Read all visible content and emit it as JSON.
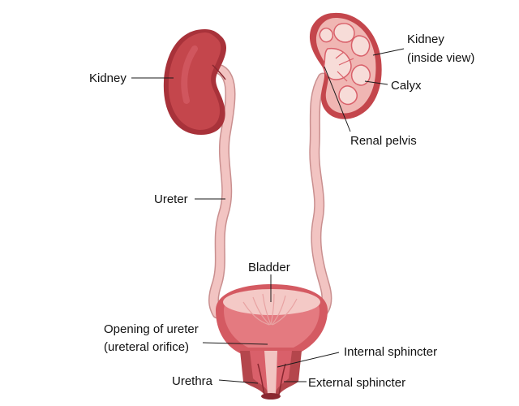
{
  "labels": {
    "kidney_left": "Kidney",
    "kidney_inside_line1": "Kidney",
    "kidney_inside_line2": "(inside view)",
    "calyx": "Calyx",
    "renal_pelvis": "Renal pelvis",
    "ureter": "Ureter",
    "bladder": "Bladder",
    "opening_line1": "Opening of ureter",
    "opening_line2": "(ureteral orifice)",
    "internal_sphincter": "Internal sphincter",
    "urethra": "Urethra",
    "external_sphincter": "External sphincter"
  },
  "colors": {
    "kidney_dark": "#a8323a",
    "kidney_mid": "#c4464c",
    "kidney_light": "#d9606a",
    "ureter": "#f2c4c2",
    "ureter_outline": "#c98f8f",
    "bladder_wall": "#d45a62",
    "bladder_inner": "#f4c9c6",
    "inside_kidney": "#f0b6b3",
    "calyx": "#f7dcd8"
  }
}
